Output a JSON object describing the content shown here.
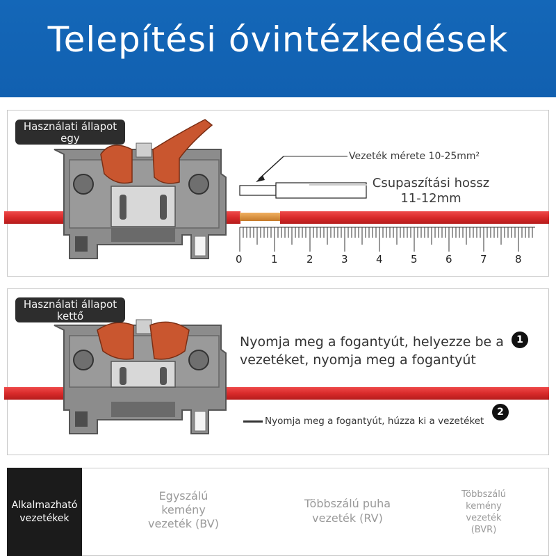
{
  "header": {
    "title": "Telepítési óvintézkedések"
  },
  "panel1": {
    "badge": "Használati állapot egy",
    "wire_size": "Vezeték mérete 10-25mm²",
    "strip_length": "Csupaszítási hossz 11-12mm",
    "scale_labels": [
      "0",
      "1",
      "2",
      "3",
      "4",
      "5",
      "6",
      "7",
      "8"
    ]
  },
  "panel2": {
    "badge": "Használati állapot kettő",
    "step1_number": "1",
    "step1_text": "Nyomja meg a fogantyút, helyezze be a vezetéket, nyomja meg a fogantyút",
    "step2_number": "2",
    "step2_text": "Nyomja meg a fogantyút, húzza ki a vezetéket"
  },
  "wires": {
    "label": "Alkalmazható vezetékek",
    "items": [
      {
        "name": "Egyszálú kemény vezeték (BV)"
      },
      {
        "name": "Többszálú puha vezeték (RV)"
      },
      {
        "name": "Többszálú kemény vezeték (BVR)"
      }
    ]
  },
  "colors": {
    "header_bg": "#1467b8",
    "wire_red": "#d92a2a",
    "terminal_gray": "#8a8a8a",
    "lever_orange": "#c9562f",
    "copper": "#d88a3a"
  }
}
